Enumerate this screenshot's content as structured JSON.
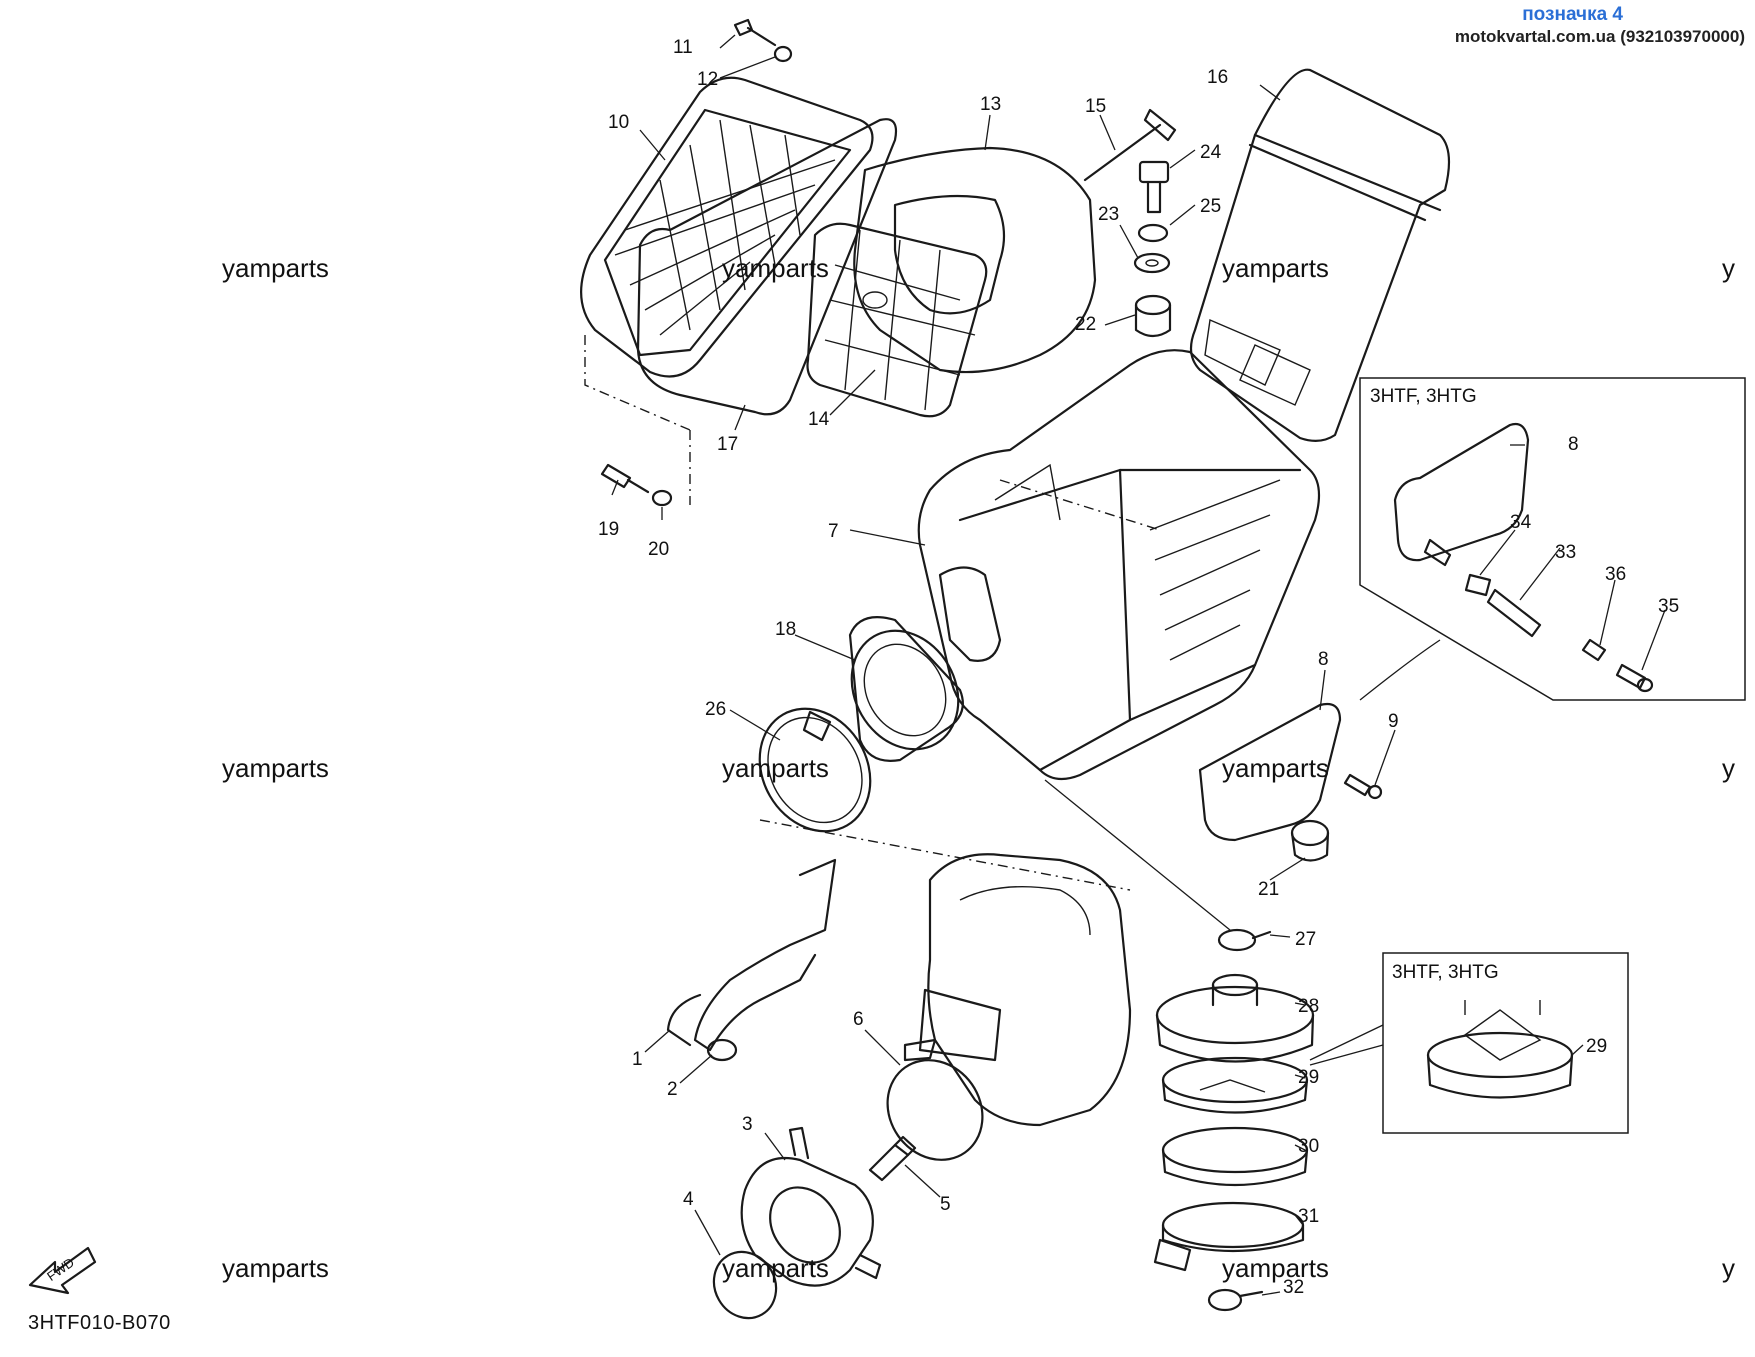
{
  "header": {
    "title": "позначка 4",
    "site": "motokvartal.com.ua (932103970000)"
  },
  "watermark": "yamparts",
  "watermark_edge": "y",
  "diagram_code": "3HTF010-B070",
  "fwd_label": "FWD",
  "insets": [
    {
      "label": "3HTF, 3HTG",
      "parts": [
        "8",
        "34",
        "33",
        "36",
        "35"
      ]
    },
    {
      "label": "3HTF, 3HTG",
      "parts": [
        "29"
      ]
    }
  ],
  "callouts": [
    "1",
    "2",
    "3",
    "4",
    "5",
    "6",
    "7",
    "8",
    "8",
    "9",
    "10",
    "11",
    "12",
    "13",
    "14",
    "15",
    "16",
    "17",
    "18",
    "19",
    "20",
    "21",
    "22",
    "23",
    "24",
    "25",
    "26",
    "27",
    "28",
    "29",
    "29",
    "30",
    "31",
    "32",
    "33",
    "34",
    "35",
    "36"
  ]
}
